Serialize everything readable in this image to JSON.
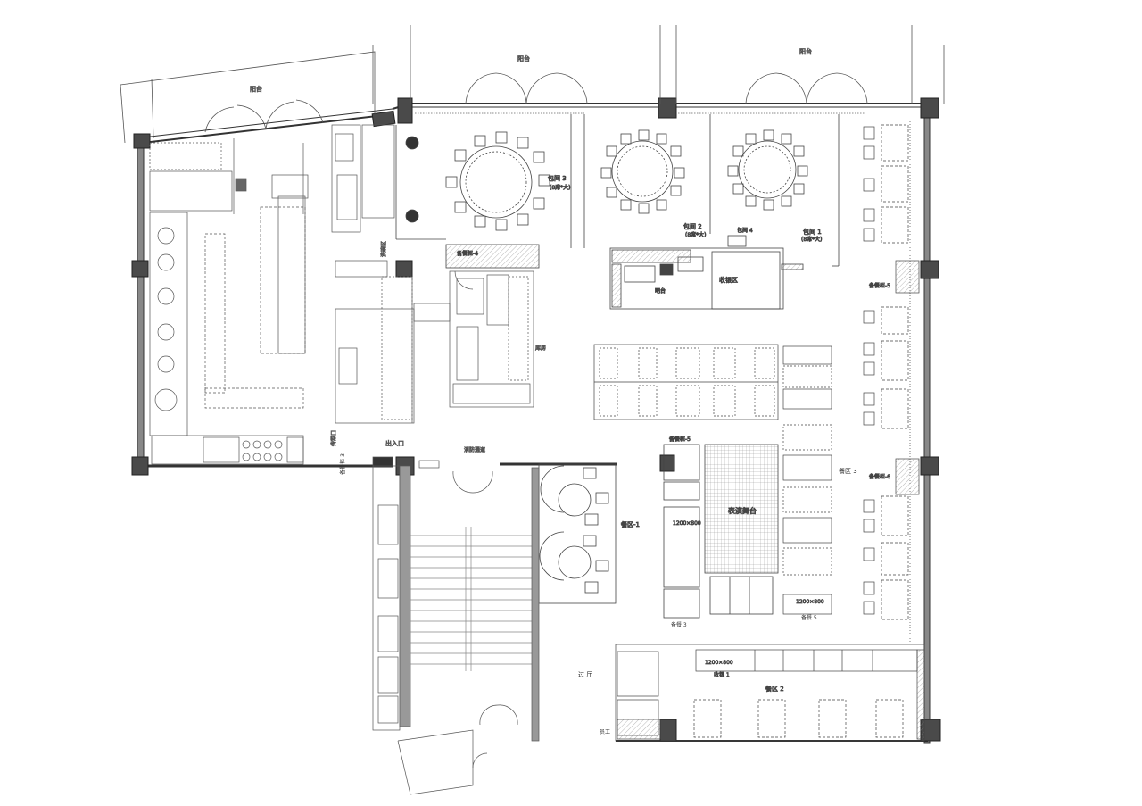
{
  "plan": {
    "balconies": [
      "阳台",
      "阳台",
      "阳台"
    ],
    "rooms": {
      "private_room_3": "包间 3",
      "private_room_3_sub": "(8席*大)",
      "private_room_2": "包间 2",
      "private_room_2_sub": "(8席*大)",
      "private_room_1": "包间 1",
      "private_room_1_sub": "(8席*大)",
      "private_room_4": "包间 4",
      "cashier": "收银区",
      "bar": "吧台",
      "dining_area_1": "餐区-1",
      "dining_area_2": "餐区 2",
      "dining_area_3": "餐区 3",
      "hall": "过 厅",
      "entrance": "出入口",
      "fire_exit": "消防通道",
      "stage": "表演舞台",
      "side_cabinet_top": "备餐柜-4",
      "side_cabinet_mid": "备餐柜-5",
      "side_cabinet_right1": "备餐柜-5",
      "side_cabinet_right2": "备餐柜-6",
      "side_cabinet_left": "备餐柜-3",
      "sink_label": "洗碗区",
      "pass_window": "传菜口",
      "cashier_small": "收银 1",
      "waiter_station_1": "备餐 3",
      "waiter_station_2": "备餐 5",
      "storage": "库房",
      "staff": "员工"
    },
    "table_tags": [
      "1200×800",
      "1200×800",
      "1200×800"
    ]
  }
}
